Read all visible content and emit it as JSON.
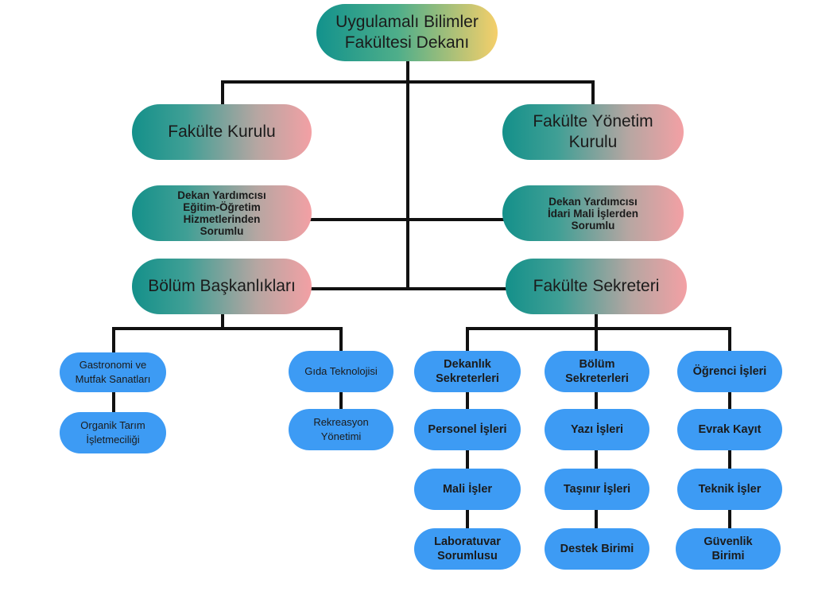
{
  "dean": "Uygulamalı Bilimler\nFakültesi Dekanı",
  "councils": {
    "faculty_council": "Fakülte Kurulu",
    "faculty_board": "Fakülte Yönetim\nKurulu"
  },
  "vice_deans": {
    "education": "Dekan Yardımcısı\nEğitim-Öğretim\nHizmetlerinden\nSorumlu",
    "admin_finance": "Dekan Yardımcısı\nİdari Mali İşlerden\nSorumlu"
  },
  "department_heads": {
    "title": "Bölüm Başkanlıkları",
    "departments": [
      "Gastronomi ve\nMutfak Sanatları",
      "Organik Tarım\nİşletmeciliği",
      "Gıda Teknolojisi",
      "Rekreasyon\nYönetimi"
    ]
  },
  "faculty_secretary": {
    "title": "Fakülte Sekreteri",
    "columns": [
      [
        "Dekanlık\nSekreterleri",
        "Personel İşleri",
        "Mali İşler",
        "Laboratuvar\nSorumlusu"
      ],
      [
        "Bölüm\nSekreterleri",
        "Yazı İşleri",
        "Taşınır İşleri",
        "Destek Birimi"
      ],
      [
        "Öğrenci İşleri",
        "Evrak Kayıt",
        "Teknik İşler",
        "Güvenlik\nBirimi"
      ]
    ]
  },
  "colors": {
    "connector": "#111111",
    "top_gradient": [
      "#12928c",
      "#f5cf6a"
    ],
    "pink_gradient": [
      "#14908a",
      "#f3a0a4"
    ],
    "blue_box": "#3d9bf4"
  }
}
